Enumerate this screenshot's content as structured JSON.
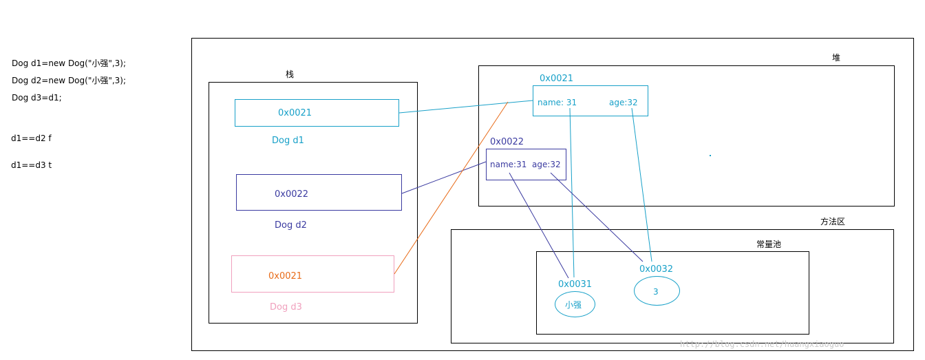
{
  "code": {
    "line1": "Dog d1=new Dog(\"小强\",3);",
    "line2": "Dog d2=new Dog(\"小强\",3);",
    "line3": "Dog d3=d1;",
    "cmp1": "d1==d2    f",
    "cmp2": "d1==d3    t"
  },
  "stack": {
    "title": "栈",
    "d1": {
      "address": "0x0021",
      "label": "Dog    d1"
    },
    "d2": {
      "address": "0x0022",
      "label": "Dog    d2"
    },
    "d3": {
      "address": "0x0021",
      "label": "Dog    d3"
    }
  },
  "heap": {
    "title": "堆",
    "obj1": {
      "address": "0x0021",
      "name_field": "name: 31",
      "age_field": "age:32"
    },
    "obj2": {
      "address": "0x0022",
      "name_field": "name:31",
      "age_field": "age:32"
    }
  },
  "method_area": {
    "title": "方法区",
    "constant_pool": {
      "title": "常量池",
      "str": {
        "address": "0x0031",
        "value": "小强"
      },
      "num": {
        "address": "0x0032",
        "value": "3"
      }
    }
  },
  "watermark": "http://blog.csdn.net/huangxiaoguo",
  "colors": {
    "cyan": "#17a0c8",
    "navy": "#3a3aa0",
    "orange": "#e86b18",
    "pink": "#f0a0bd"
  }
}
